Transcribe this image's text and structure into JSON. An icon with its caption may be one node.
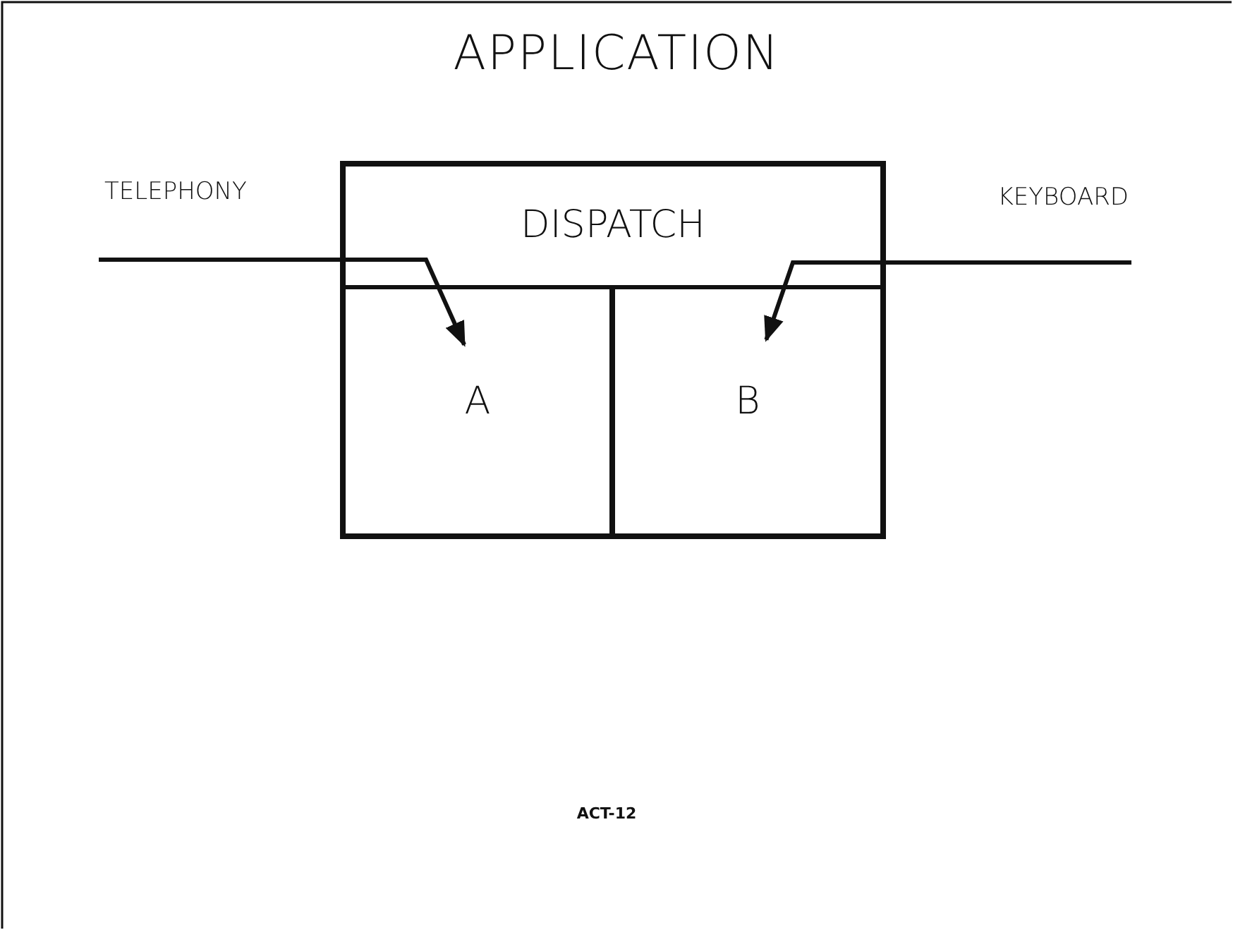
{
  "diagram": {
    "title": "APPLICATION",
    "nodes": [
      {
        "text": [],
        "shape": "box"
      },
      {
        "text": [
          "DISPATCH"
        ],
        "in": 0
      },
      {
        "text": [
          "A"
        ],
        "in": 0
      },
      {
        "text": [
          "B"
        ],
        "in": 0
      },
      {
        "text": [
          "TELEPHONY"
        ]
      },
      {
        "text": [
          "KEYBOARD"
        ]
      }
    ],
    "edges": [
      {
        "from": 4,
        "to": 2,
        "arrow": "to"
      },
      {
        "from": 5,
        "to": 3,
        "arrow": "to"
      }
    ],
    "labels": [
      "ACT-12"
    ]
  }
}
